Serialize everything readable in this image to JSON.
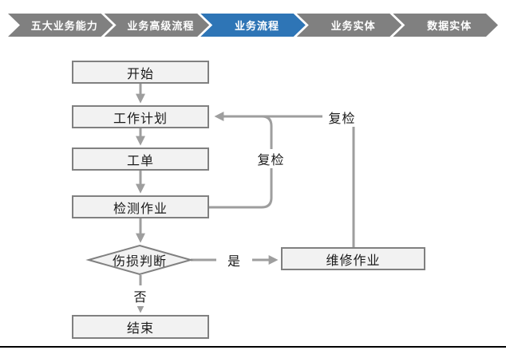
{
  "breadcrumb": {
    "items": [
      {
        "label": "五大业务能力"
      },
      {
        "label": "业务高级流程"
      },
      {
        "label": "业务流程"
      },
      {
        "label": "业务实体"
      },
      {
        "label": "数据实体"
      }
    ],
    "active_index": 2,
    "active_color": "#2E75B6",
    "inactive_color": "#808080"
  },
  "flowchart": {
    "nodes": {
      "start": "开始",
      "work_plan": "工作计划",
      "work_order": "工单",
      "inspection": "检测作业",
      "damage_decision": "伤损判断",
      "repair": "维修作业",
      "end": "结束"
    },
    "edge_labels": {
      "recheck_left": "复检",
      "recheck_right": "复检",
      "yes": "是",
      "no": "否"
    },
    "colors": {
      "node_fill": "#f2f2f2",
      "node_border": "#808080",
      "connector": "#9e9e9e",
      "bottom_rule": "#000000"
    }
  }
}
